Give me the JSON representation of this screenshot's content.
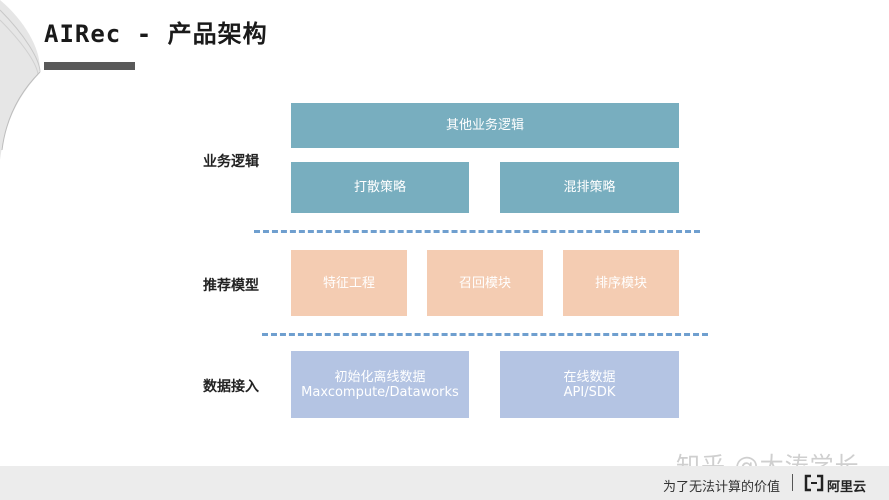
{
  "slide": {
    "title": "AIRec - 产品架构"
  },
  "layers": {
    "business": {
      "label": "业务逻辑",
      "top_box": "其他业务逻辑",
      "boxes": [
        "打散策略",
        "混排策略"
      ]
    },
    "model": {
      "label": "推荐模型",
      "boxes": [
        "特征工程",
        "召回模块",
        "排序模块"
      ]
    },
    "data": {
      "label": "数据接入",
      "boxes": [
        {
          "line1": "初始化离线数据",
          "line2": "Maxcompute/Dataworks"
        },
        {
          "line1": "在线数据",
          "line2": "API/SDK"
        }
      ]
    }
  },
  "colors": {
    "business": "#78aebf",
    "model": "#f4ccb2",
    "data": "#b4c4e3",
    "divider": "#6f9fcf"
  },
  "watermark": "知乎 @大涛学长",
  "footer": {
    "slogan": "为了无法计算的价值",
    "brand": "阿里云",
    "logo_icon": "aliyun-logo-icon"
  }
}
